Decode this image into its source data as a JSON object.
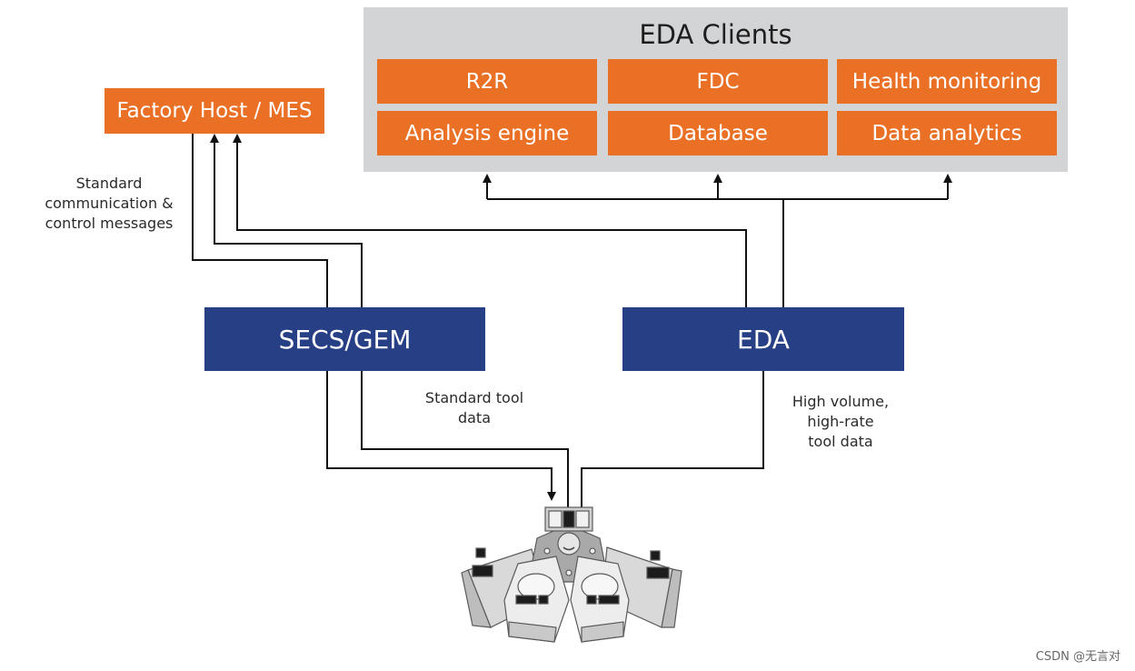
{
  "eda_clients": {
    "title": "EDA Clients",
    "items": [
      "R2R",
      "FDC",
      "Health monitoring",
      "Analysis engine",
      "Database",
      "Data analytics"
    ]
  },
  "factory_host": {
    "label": "Factory Host / MES"
  },
  "secs_gem": {
    "label": "SECS/GEM"
  },
  "eda": {
    "label": "EDA"
  },
  "notes": {
    "control": [
      "Standard",
      "communication &",
      "control messages"
    ],
    "tool_data": [
      "Standard tool",
      "data"
    ],
    "high_volume": [
      "High volume,",
      "high-rate",
      "tool data"
    ]
  },
  "watermark": "CSDN @无言对",
  "colors": {
    "orange": "#ea7026",
    "navy": "#263f85",
    "panel": "#d3d4d6",
    "line": "#111111"
  }
}
